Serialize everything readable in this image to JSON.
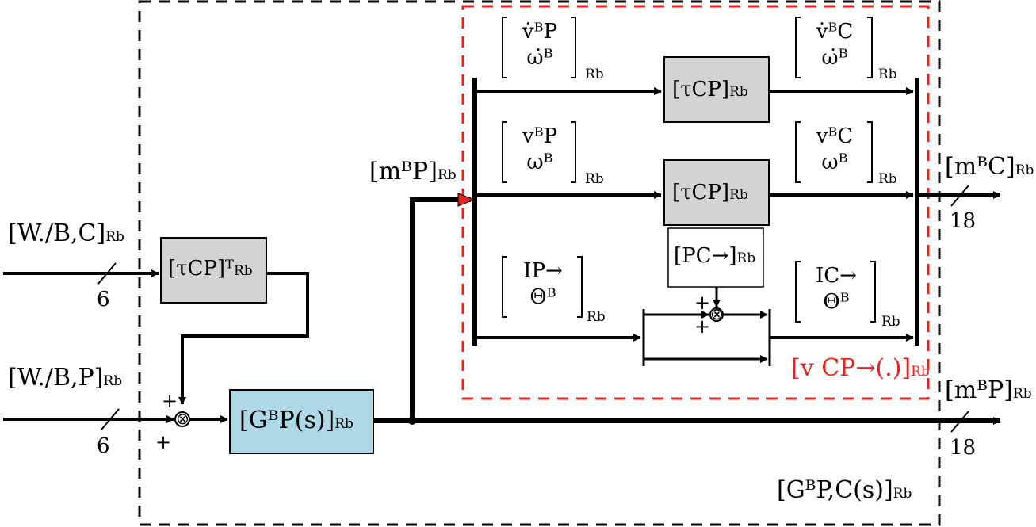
{
  "inputs": {
    "w_c": {
      "text": "[W./B,C]",
      "sub": "Rb",
      "width": "6"
    },
    "w_p": {
      "text": "[W./B,P]",
      "sub": "Rb",
      "width": "6"
    }
  },
  "blocks": {
    "tau_transpose": {
      "text": "[τCP]ᵀ",
      "sub": "Rb"
    },
    "tau_top": {
      "text": "[τCP]",
      "sub": "Rb"
    },
    "tau_mid": {
      "text": "[τCP]",
      "sub": "Rb"
    },
    "g_p": {
      "text": "[GᴮP(s)]",
      "sub": "Rb"
    }
  },
  "signals": {
    "m_p_in": {
      "text": "[mᴮP]",
      "sub": "Rb"
    },
    "m_c_out": {
      "text": "[mᴮC]",
      "sub": "Rb",
      "width": "18"
    },
    "m_p_out": {
      "text": "[mᴮP]",
      "sub": "Rb",
      "width": "18"
    },
    "vec_accel_p": {
      "row1": "v̇ᴮP",
      "row2": "ω̇ᴮ",
      "sub": "Rb"
    },
    "vec_accel_c": {
      "row1": "v̇ᴮC",
      "row2": "ω̇ᴮ",
      "sub": "Rb"
    },
    "vec_vel_p": {
      "row1": "vᴮP",
      "row2": "ωᴮ",
      "sub": "Rb"
    },
    "vec_vel_c": {
      "row1": "vᴮC",
      "row2": "ωᴮ",
      "sub": "Rb"
    },
    "vec_pos_p": {
      "row1": "IP→",
      "row2": "Θᴮ",
      "sub": "Rb"
    },
    "vec_pos_c": {
      "row1": "IC→",
      "row2": "Θᴮ",
      "sub": "Rb"
    },
    "pc_box": {
      "text": "[PC→]",
      "sub": "Rb"
    }
  },
  "red_block": {
    "text": "[v CP→(.)]",
    "sub": "Rb",
    "color": "#e8221b"
  },
  "outer_block": {
    "text": "[GᴮP,C(s)]",
    "sub": "Rb"
  },
  "signs": {
    "plus": "+"
  },
  "colors": {
    "gray_block": "#d3d3d3",
    "blue_block": "#add8e6",
    "red": "#e8221b"
  }
}
